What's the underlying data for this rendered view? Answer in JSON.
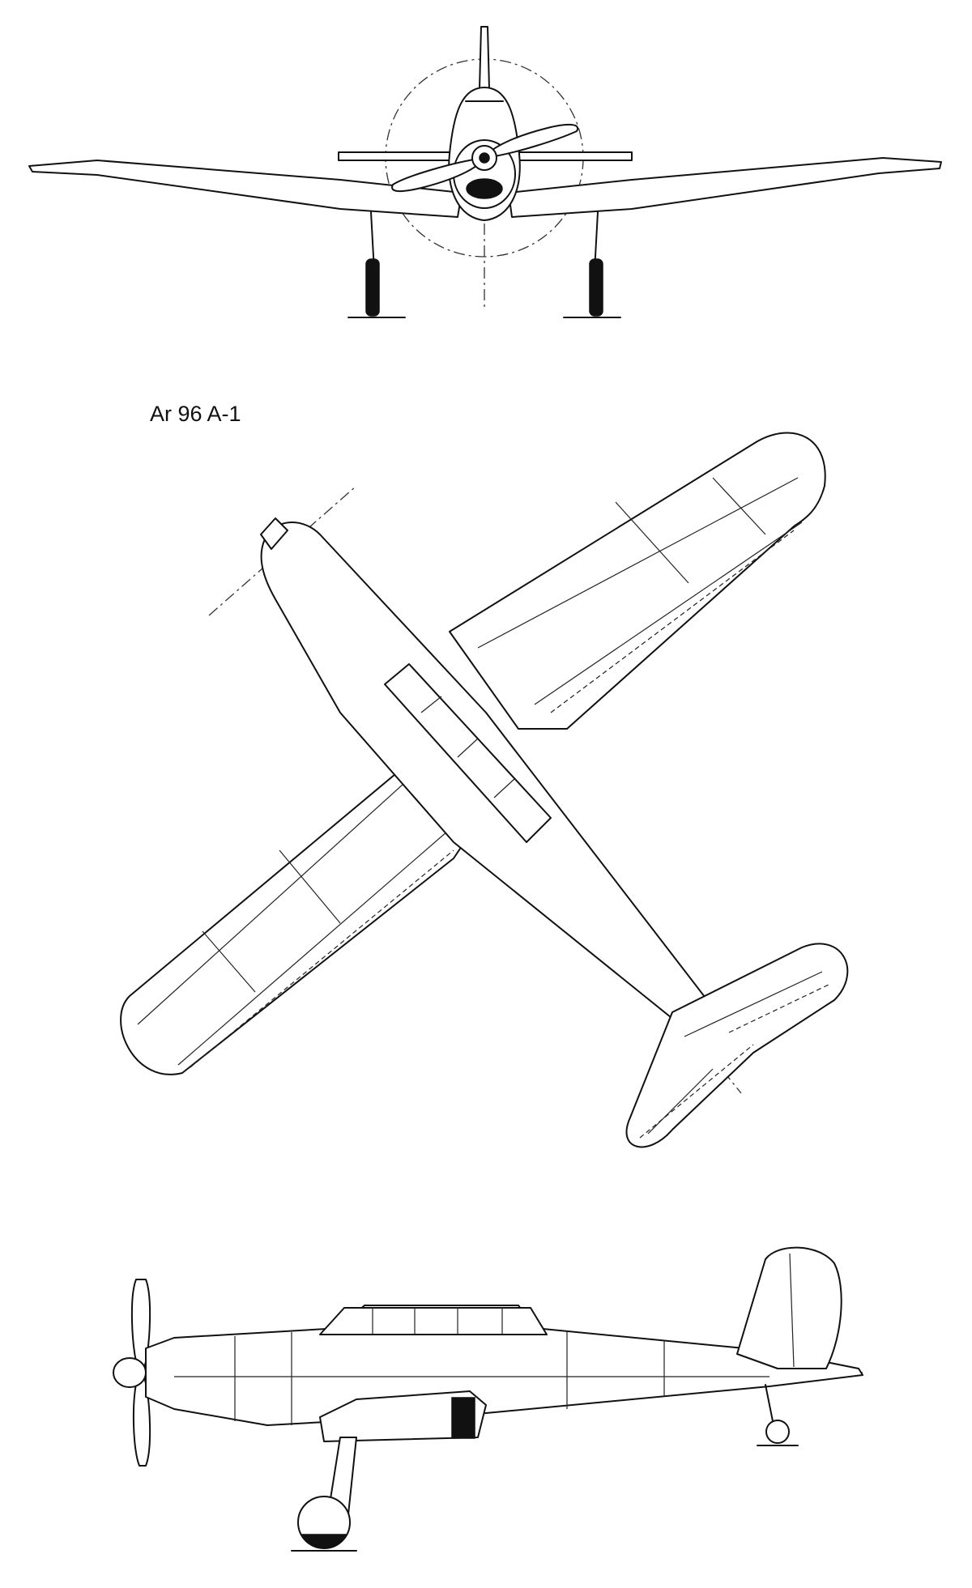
{
  "drawing": {
    "label": "Ar 96 A-1",
    "views": [
      "front-view",
      "top-view",
      "side-view"
    ],
    "colors": {
      "ink": "#111111",
      "paper": "#ffffff"
    }
  }
}
